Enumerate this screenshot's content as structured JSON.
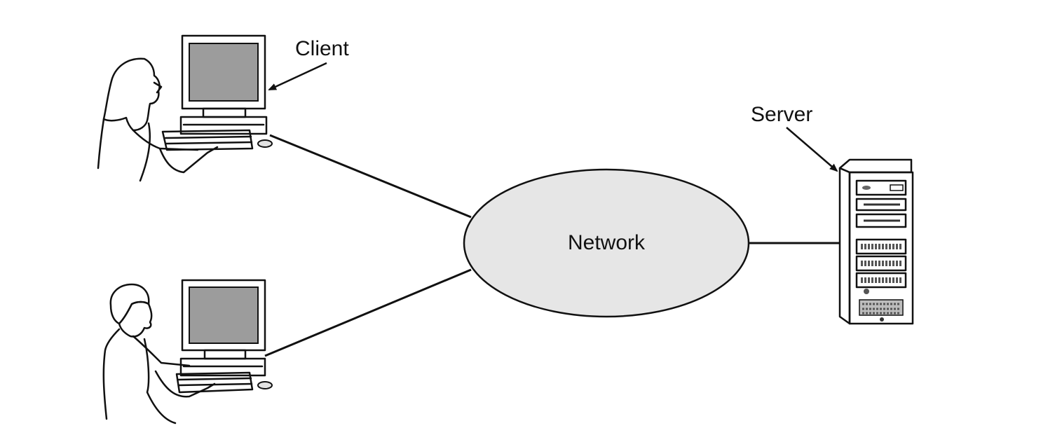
{
  "labels": {
    "client": "Client",
    "server": "Server",
    "network": "Network"
  },
  "colors": {
    "background": "#ffffff",
    "cloud_fill": "#e6e6e6",
    "screen_fill": "#9c9c9c",
    "device_fill": "#e2e2e2",
    "stroke": "#111111"
  },
  "icons": {
    "client_top": "user-at-computer-icon",
    "client_bottom": "user-at-computer-icon",
    "server": "server-tower-icon"
  }
}
